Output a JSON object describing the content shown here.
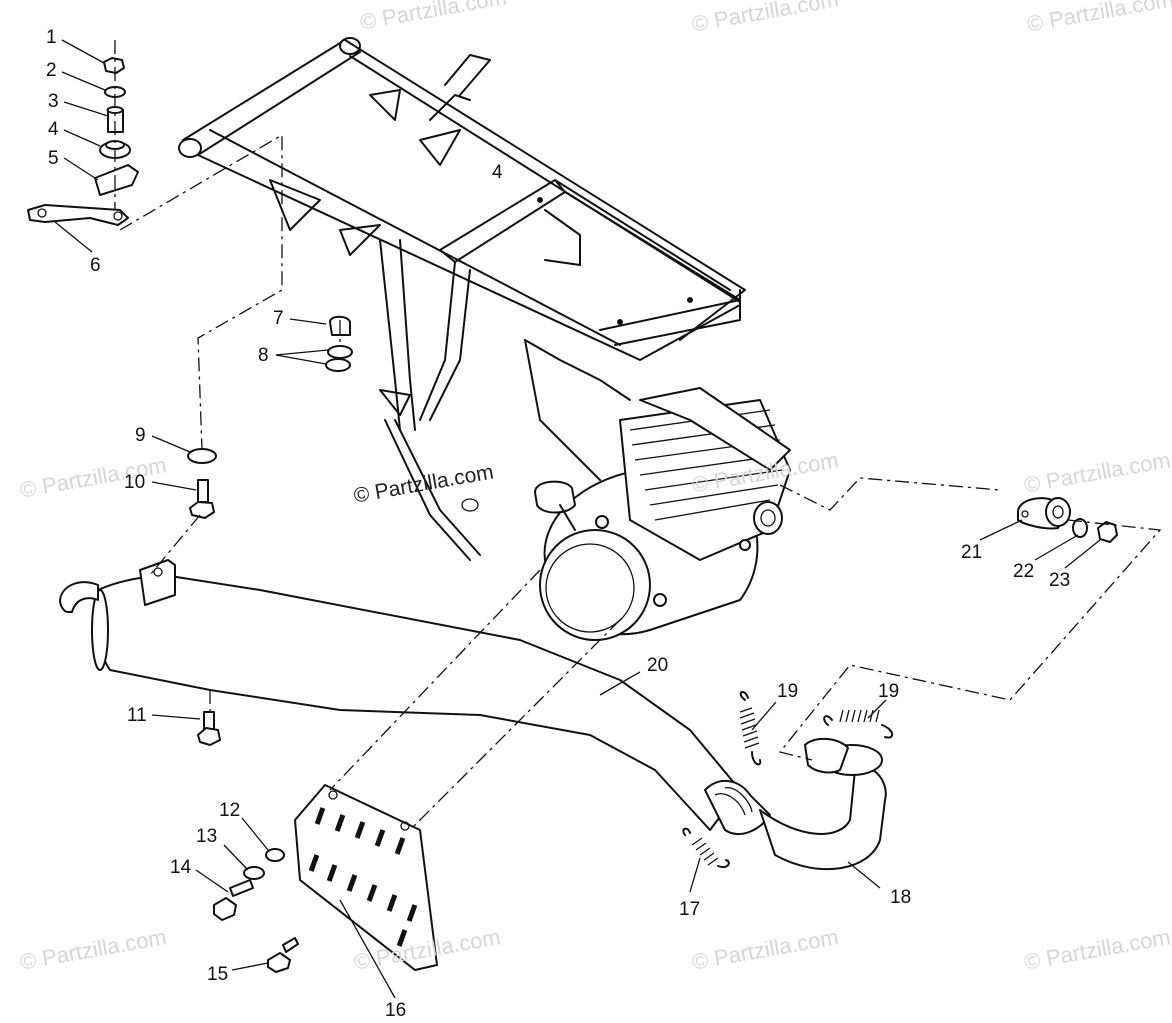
{
  "watermark": {
    "text": "© Partzilla.com",
    "color": "#d6d6d6"
  },
  "callouts": [
    {
      "id": "1",
      "text": "1"
    },
    {
      "id": "2",
      "text": "2"
    },
    {
      "id": "3",
      "text": "3"
    },
    {
      "id": "4a",
      "text": "4"
    },
    {
      "id": "4b",
      "text": "4"
    },
    {
      "id": "5",
      "text": "5"
    },
    {
      "id": "6",
      "text": "6"
    },
    {
      "id": "7",
      "text": "7"
    },
    {
      "id": "8",
      "text": "8"
    },
    {
      "id": "9",
      "text": "9"
    },
    {
      "id": "10",
      "text": "10"
    },
    {
      "id": "11",
      "text": "11"
    },
    {
      "id": "12",
      "text": "12"
    },
    {
      "id": "13",
      "text": "13"
    },
    {
      "id": "14",
      "text": "14"
    },
    {
      "id": "15",
      "text": "15"
    },
    {
      "id": "16",
      "text": "16"
    },
    {
      "id": "17",
      "text": "17"
    },
    {
      "id": "18",
      "text": "18"
    },
    {
      "id": "19a",
      "text": "19"
    },
    {
      "id": "19b",
      "text": "19"
    },
    {
      "id": "20",
      "text": "20"
    },
    {
      "id": "21",
      "text": "21"
    },
    {
      "id": "22",
      "text": "22"
    },
    {
      "id": "23",
      "text": "23"
    }
  ],
  "icons": {
    "frame": "frame-chassis-drawing",
    "engine": "engine-drawing",
    "muffler": "muffler-drawing",
    "heat_shield": "heat-shield-drawing",
    "head_pipe": "head-pipe-drawing",
    "spring": "spring-drawing"
  }
}
